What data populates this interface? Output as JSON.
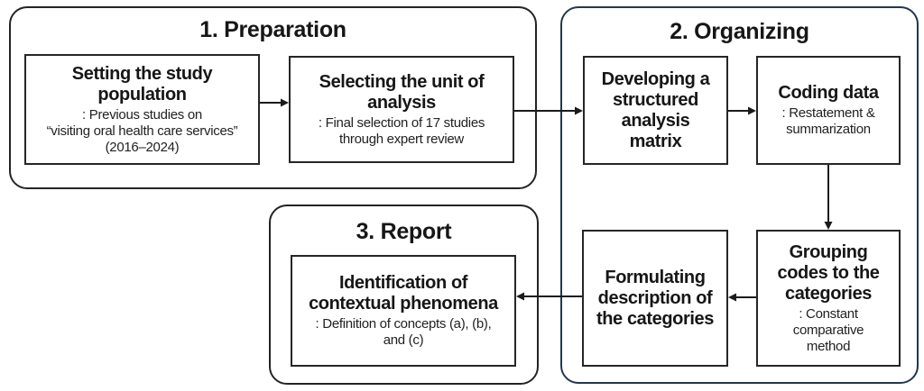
{
  "groups": {
    "preparation": {
      "title": "1. Preparation"
    },
    "organizing": {
      "title": "2. Organizing"
    },
    "report": {
      "title": "3. Report"
    }
  },
  "boxes": {
    "setting": {
      "title": "Setting the study\npopulation",
      "subtitle": ": Previous studies on\n“visiting oral health care services”\n(2016–2024)"
    },
    "selecting": {
      "title": "Selecting the unit of\nanalysis",
      "subtitle": ": Final selection of 17 studies\nthrough expert review"
    },
    "developing": {
      "title": "Developing a\nstructured\nanalysis\nmatrix"
    },
    "coding": {
      "title": "Coding data",
      "subtitle": ": Restatement &\nsummarization"
    },
    "grouping": {
      "title": "Grouping\ncodes to the\ncategories",
      "subtitle": ": Constant\ncomparative\nmethod"
    },
    "formulating": {
      "title": "Formulating\ndescription of\nthe categories"
    },
    "identification": {
      "title": "Identification of\ncontextual phenomena",
      "subtitle": ": Definition of concepts (a), (b),\nand (c)"
    }
  },
  "flow": [
    {
      "from": "Setting the study population",
      "to": "Selecting the unit of analysis"
    },
    {
      "from": "Selecting the unit of analysis",
      "to": "Developing a structured analysis matrix"
    },
    {
      "from": "Developing a structured analysis matrix",
      "to": "Coding data"
    },
    {
      "from": "Coding data",
      "to": "Grouping codes to the categories"
    },
    {
      "from": "Grouping codes to the categories",
      "to": "Formulating description of the categories"
    },
    {
      "from": "Formulating description of the categories",
      "to": "Identification of contextual phenomena"
    }
  ],
  "colors": {
    "background": "#ffffff",
    "text": "#1b1b1b",
    "box_border": "#262626",
    "group_border_default": "#242424",
    "group_border_organizing": "#22384f",
    "arrow": "#1b1b1b"
  }
}
